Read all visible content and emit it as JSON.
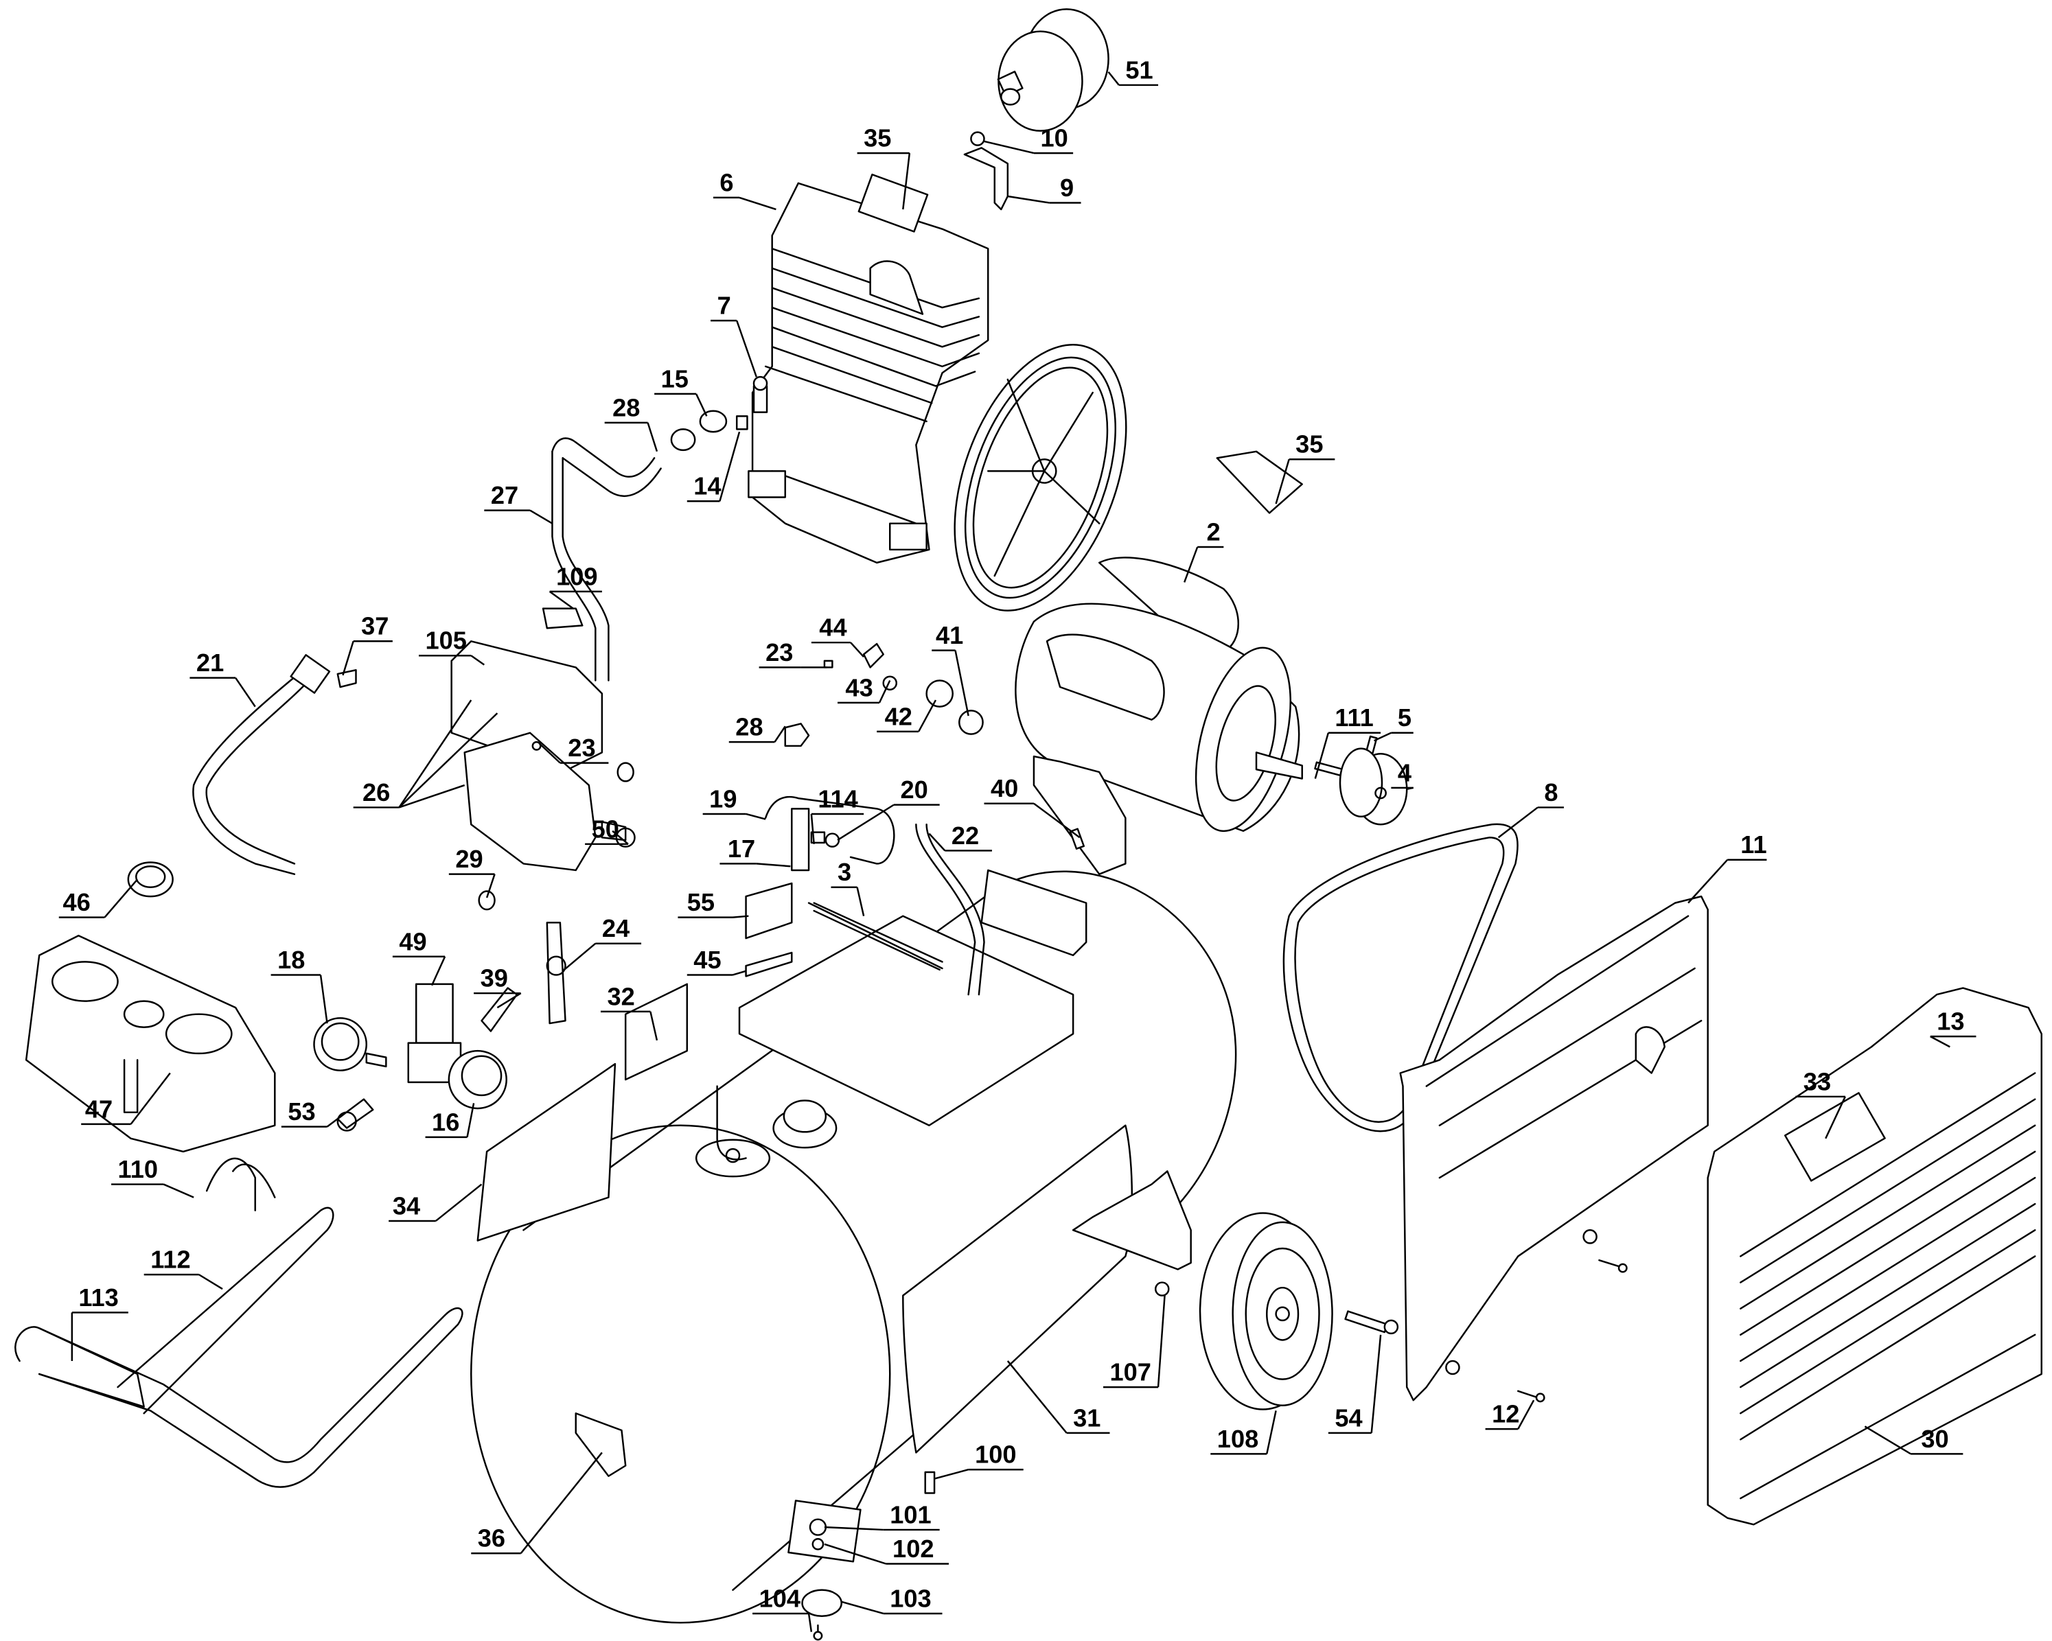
{
  "diagram": {
    "title": "Air Compressor Exploded Parts View",
    "callouts": [
      {
        "id": "51",
        "text": "51"
      },
      {
        "id": "10",
        "text": "10"
      },
      {
        "id": "35a",
        "text": "35"
      },
      {
        "id": "9",
        "text": "9"
      },
      {
        "id": "6",
        "text": "6"
      },
      {
        "id": "7",
        "text": "7"
      },
      {
        "id": "15",
        "text": "15"
      },
      {
        "id": "28a",
        "text": "28"
      },
      {
        "id": "14",
        "text": "14"
      },
      {
        "id": "27",
        "text": "27"
      },
      {
        "id": "35b",
        "text": "35"
      },
      {
        "id": "2",
        "text": "2"
      },
      {
        "id": "109",
        "text": "109"
      },
      {
        "id": "37",
        "text": "37"
      },
      {
        "id": "105",
        "text": "105"
      },
      {
        "id": "21",
        "text": "21"
      },
      {
        "id": "23a",
        "text": "23"
      },
      {
        "id": "26",
        "text": "26"
      },
      {
        "id": "44",
        "text": "44"
      },
      {
        "id": "23b",
        "text": "23"
      },
      {
        "id": "43",
        "text": "43"
      },
      {
        "id": "41",
        "text": "41"
      },
      {
        "id": "42",
        "text": "42"
      },
      {
        "id": "28b",
        "text": "28"
      },
      {
        "id": "111",
        "text": "111"
      },
      {
        "id": "5",
        "text": "5"
      },
      {
        "id": "4",
        "text": "4"
      },
      {
        "id": "19",
        "text": "19"
      },
      {
        "id": "114",
        "text": "114"
      },
      {
        "id": "20",
        "text": "20"
      },
      {
        "id": "40",
        "text": "40"
      },
      {
        "id": "17",
        "text": "17"
      },
      {
        "id": "22",
        "text": "22"
      },
      {
        "id": "50",
        "text": "50"
      },
      {
        "id": "29",
        "text": "29"
      },
      {
        "id": "8",
        "text": "8"
      },
      {
        "id": "11",
        "text": "11"
      },
      {
        "id": "46",
        "text": "46"
      },
      {
        "id": "3",
        "text": "3"
      },
      {
        "id": "55",
        "text": "55"
      },
      {
        "id": "45",
        "text": "45"
      },
      {
        "id": "24",
        "text": "24"
      },
      {
        "id": "18",
        "text": "18"
      },
      {
        "id": "49",
        "text": "49"
      },
      {
        "id": "39",
        "text": "39"
      },
      {
        "id": "32",
        "text": "32"
      },
      {
        "id": "13",
        "text": "13"
      },
      {
        "id": "33",
        "text": "33"
      },
      {
        "id": "47",
        "text": "47"
      },
      {
        "id": "53",
        "text": "53"
      },
      {
        "id": "16",
        "text": "16"
      },
      {
        "id": "110",
        "text": "110"
      },
      {
        "id": "34",
        "text": "34"
      },
      {
        "id": "112",
        "text": "112"
      },
      {
        "id": "113",
        "text": "113"
      },
      {
        "id": "107",
        "text": "107"
      },
      {
        "id": "31",
        "text": "31"
      },
      {
        "id": "108",
        "text": "108"
      },
      {
        "id": "54",
        "text": "54"
      },
      {
        "id": "12",
        "text": "12"
      },
      {
        "id": "30",
        "text": "30"
      },
      {
        "id": "100",
        "text": "100"
      },
      {
        "id": "36",
        "text": "36"
      },
      {
        "id": "101",
        "text": "101"
      },
      {
        "id": "102",
        "text": "102"
      },
      {
        "id": "104",
        "text": "104"
      },
      {
        "id": "103",
        "text": "103"
      }
    ]
  }
}
